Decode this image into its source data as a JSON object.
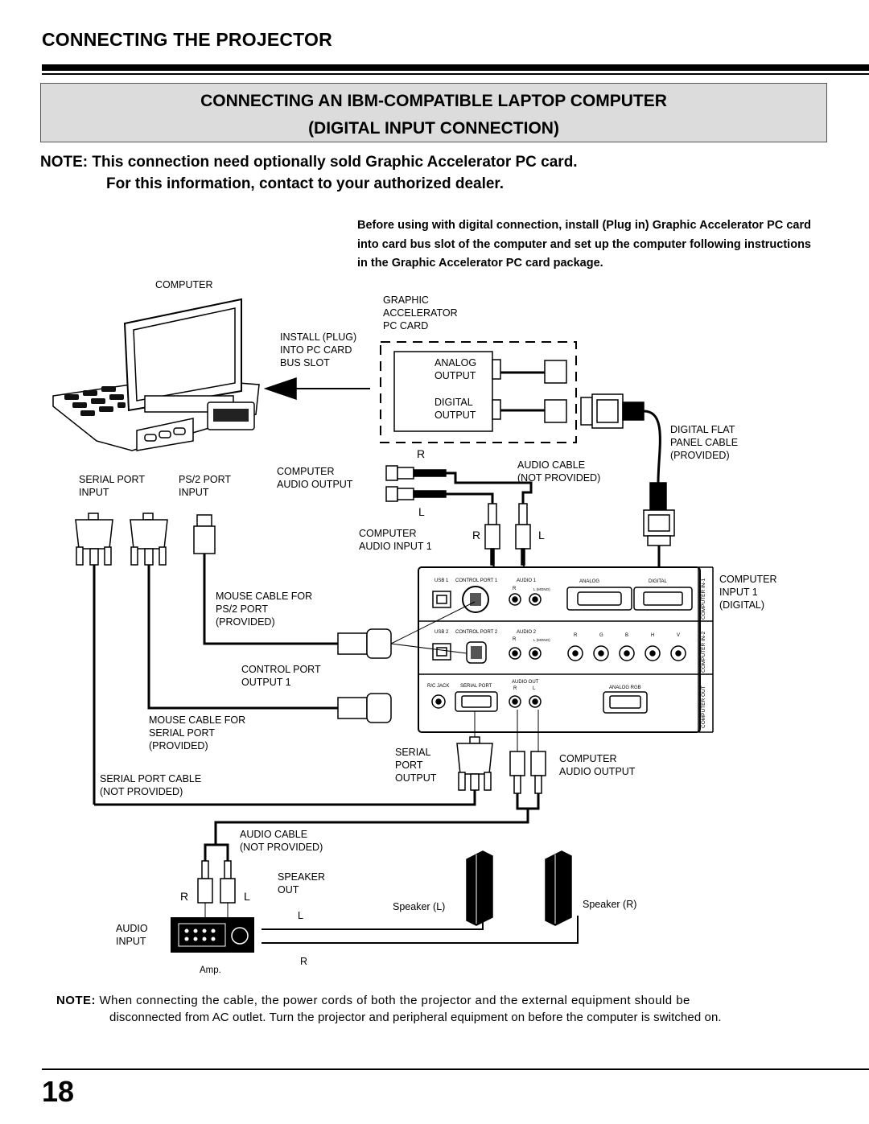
{
  "page": {
    "title": "CONNECTING THE PROJECTOR",
    "section_line1": "CONNECTING AN IBM-COMPATIBLE LAPTOP COMPUTER",
    "section_line2": "(DIGITAL INPUT CONNECTION)",
    "note_top_line1": "NOTE: This connection need optionally sold Graphic Accelerator PC card.",
    "note_top_line2": "For this information, contact to your authorized dealer.",
    "instructions": "Before using with digital connection, install (Plug in) Graphic Accelerator PC card into card bus slot of the computer and set up the computer following instructions in the Graphic Accelerator PC card package.",
    "note_bottom_label": "NOTE:",
    "note_bottom_line1": "When connecting the cable, the power cords of both the projector and the external equipment should be",
    "note_bottom_line2": "disconnected from AC outlet. Turn the projector and peripheral equipment on before the computer is switched on.",
    "page_number": "18"
  },
  "diagram": {
    "computer": "COMPUTER",
    "graphic_card": "GRAPHIC\nACCELERATOR\nPC CARD",
    "install": "INSTALL (PLUG)\nINTO PC CARD\nBUS SLOT",
    "analog_output": "ANALOG\nOUTPUT",
    "digital_output": "DIGITAL\nOUTPUT",
    "digital_flat_cable": "DIGITAL FLAT\nPANEL CABLE\n(PROVIDED)",
    "r": "R",
    "l": "L",
    "serial_port_input": "SERIAL PORT\nINPUT",
    "ps2_port_input": "PS/2 PORT\nINPUT",
    "computer_audio_output": "COMPUTER\nAUDIO OUTPUT",
    "audio_cable_np": "AUDIO CABLE\n(NOT PROVIDED)",
    "computer_audio_input_1": "COMPUTER\nAUDIO INPUT 1",
    "computer_input_1_digital": "COMPUTER\nINPUT 1\n(DIGITAL)",
    "mouse_cable_ps2": "MOUSE CABLE FOR\nPS/2 PORT\n(PROVIDED)",
    "control_port_output_1": "CONTROL PORT\nOUTPUT 1",
    "mouse_cable_serial": "MOUSE CABLE FOR\nSERIAL PORT\n(PROVIDED)",
    "serial_port_cable": "SERIAL PORT CABLE\n(NOT PROVIDED)",
    "serial_port_output": "SERIAL\nPORT\nOUTPUT",
    "computer_audio_output_2": "COMPUTER\nAUDIO OUTPUT",
    "audio_cable_np_2": "AUDIO CABLE\n(NOT PROVIDED)",
    "speaker_out": "SPEAKER\nOUT",
    "speaker_l": "Speaker (L)",
    "speaker_r": "Speaker (R)",
    "audio_input": "AUDIO\nINPUT",
    "amp": "Amp.",
    "panel": {
      "usb1": "USB 1",
      "control_port_1": "CONTROL PORT 1",
      "audio_1": "AUDIO 1",
      "r": "R",
      "l_mono": "L (MONO)",
      "analog": "ANALOG",
      "digital": "DIGITAL",
      "usb2": "USB 2",
      "control_port_2": "CONTROL PORT 2",
      "audio_2": "AUDIO 2",
      "rgbhv": [
        "R",
        "G",
        "B",
        "H",
        "V"
      ],
      "rc_jack": "R/C JACK",
      "serial_port": "SERIAL PORT",
      "audio_out": "AUDIO OUT",
      "analog_rgb": "ANALOG RGB",
      "side_in1": "COMPUTER IN-1",
      "side_in2": "COMPUTER IN-2",
      "side_out": "COMPUTER OUT"
    }
  }
}
